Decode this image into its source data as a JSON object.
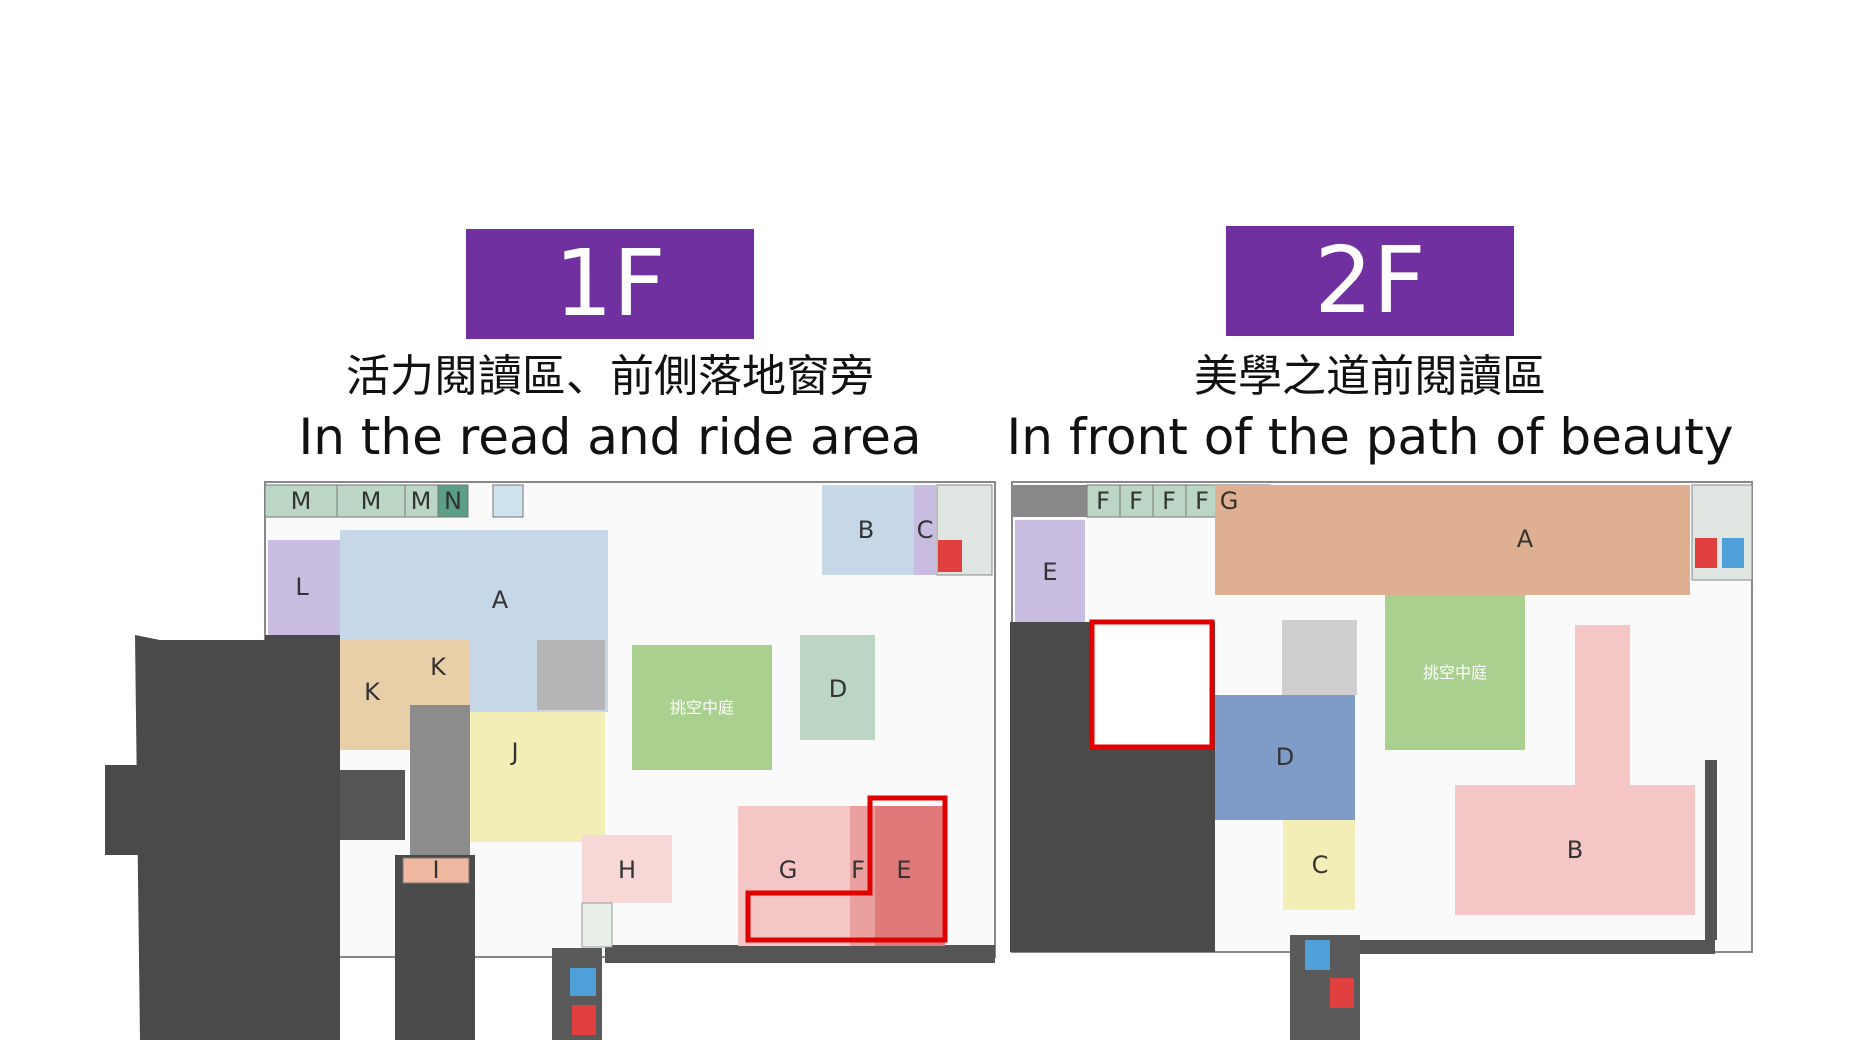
{
  "colors": {
    "badge": "#7030a0",
    "highlight": "#e00000",
    "wall": "#4a4a4a",
    "zone_blue": "#c6d7e8",
    "zone_purple": "#c8bde0",
    "zone_green": "#bcd6c6",
    "zone_tan": "#e8cfa8",
    "zone_yellow": "#f3eeb6",
    "zone_pink": "#f5c6c6",
    "zone_atrium": "#a9d08e",
    "zone_orange": "#deb091",
    "zone_slate": "#7f9cc8"
  },
  "floor1": {
    "badge": "1F",
    "title_zh": "活力閱讀區、前側落地窗旁",
    "title_en": "In the read and ride area",
    "zones": {
      "m1": "M",
      "m2": "M",
      "m3": "M",
      "n": "N",
      "l": "L",
      "a": "A",
      "k1": "K",
      "k2": "K",
      "j": "J",
      "i": "I",
      "b": "B",
      "c": "C",
      "d": "D",
      "h": "H",
      "g": "G",
      "f": "F",
      "e": "E"
    },
    "atrium": "挑空中庭"
  },
  "floor2": {
    "badge": "2F",
    "title_zh": "美學之道前閱讀區",
    "title_en": "In front of the path of beauty",
    "zones": {
      "f1": "F",
      "f2": "F",
      "f3": "F",
      "f4": "F",
      "g": "G",
      "e": "E",
      "a": "A",
      "d": "D",
      "c": "C",
      "b": "B"
    },
    "atrium": "挑空中庭"
  }
}
